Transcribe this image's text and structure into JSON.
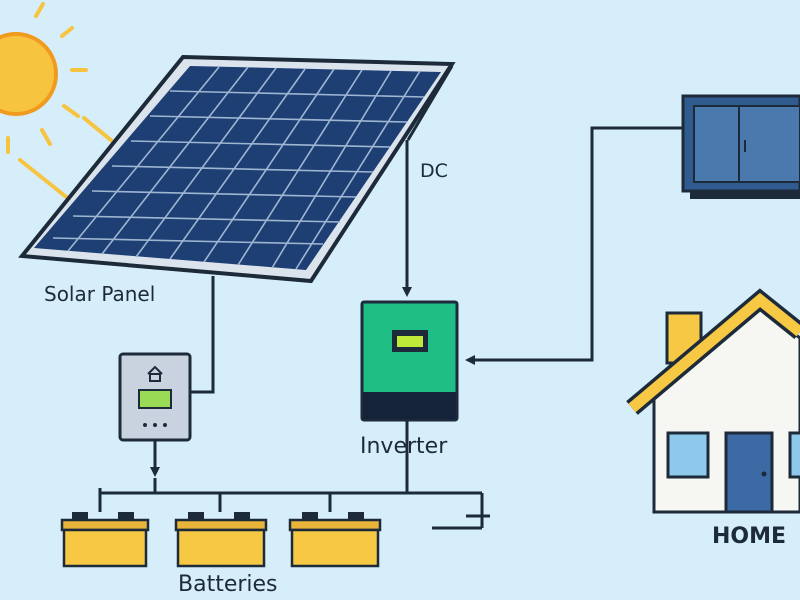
{
  "labels": {
    "solar_panel": "Solar Panel",
    "dc": "DC",
    "inverter": "Inverter",
    "batteries": "Batteries",
    "home": "HOME"
  },
  "components": {
    "sun": "sun-icon",
    "solar_panel": "solar-panel",
    "charge_controller": "charge-controller",
    "inverter": "inverter",
    "batteries": [
      "battery",
      "battery",
      "battery"
    ],
    "utility_box": "utility-meter-box",
    "house": "house-icon"
  },
  "colors": {
    "background": "#d6eef9",
    "sun": "#f7c440",
    "panel": "#1d3f74",
    "inverter": "#1fbe85",
    "battery": "#f7c844",
    "utility_box": "#4a79ad",
    "roof": "#f7c844",
    "wire": "#1c2a3a"
  }
}
